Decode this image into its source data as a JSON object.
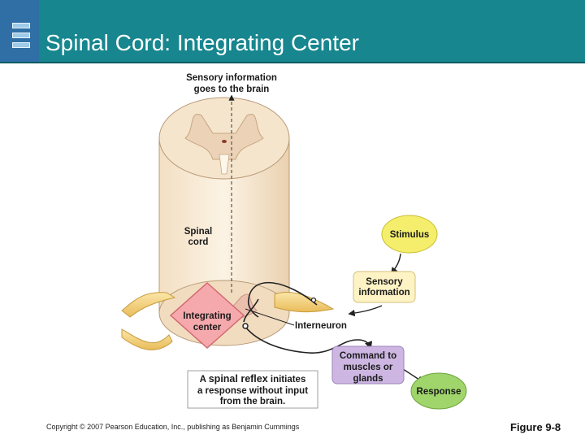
{
  "slide": {
    "title": "Spinal Cord: Integrating Center",
    "footer": "Copyright © 2007 Pearson Education, Inc., publishing as Benjamin Cummings",
    "figure_number": "Figure 9-8"
  },
  "diagram": {
    "top_label": [
      "Sensory information",
      "goes to the brain"
    ],
    "spinal_cord_label": [
      "Spinal",
      "cord"
    ],
    "integrating_center_label": [
      "Integrating",
      "center"
    ],
    "interneuron_label": "Interneuron",
    "stimulus_label": "Stimulus",
    "sensory_info_label": [
      "Sensory",
      "information"
    ],
    "command_label": [
      "Command to",
      "muscles or",
      "glands"
    ],
    "response_label": "Response",
    "caption": {
      "line1_prefix": "A ",
      "line1_bold": "spinal reflex",
      "line1_suffix": " initiates",
      "line2": "a response without input",
      "line3": "from the brain."
    }
  },
  "colors": {
    "header": "#17868f",
    "stimulus_fill": "#f4ee6c",
    "sensory_fill": "#fdf3c4",
    "command_fill": "#cdb7e2",
    "response_fill": "#9fd56a",
    "integrating_fill": "#f6a9ac"
  }
}
